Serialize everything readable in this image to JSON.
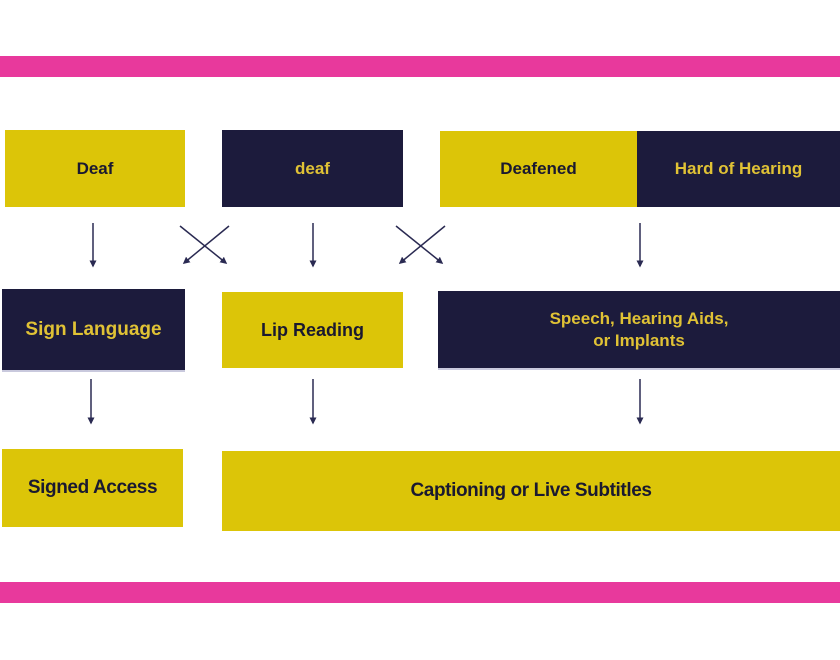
{
  "colors": {
    "pink": "#e8399c",
    "yellow": "#dcc508",
    "navy": "#1c1b3c",
    "dark_text": "#1a1930",
    "yellow_text": "#e0c235",
    "arrow": "#2a2a52"
  },
  "diagram": {
    "top_row": [
      {
        "label": "Deaf"
      },
      {
        "label": "deaf"
      },
      {
        "label": "Deafened"
      },
      {
        "label": "Hard of Hearing"
      }
    ],
    "middle_row": [
      {
        "label": "Sign Language"
      },
      {
        "label": "Lip Reading"
      },
      {
        "label_line1": "Speech, Hearing Aids,",
        "label_line2": "or Implants"
      }
    ],
    "bottom_row": [
      {
        "label": "Signed Access"
      },
      {
        "label": "Captioning or Live Subtitles"
      }
    ]
  }
}
